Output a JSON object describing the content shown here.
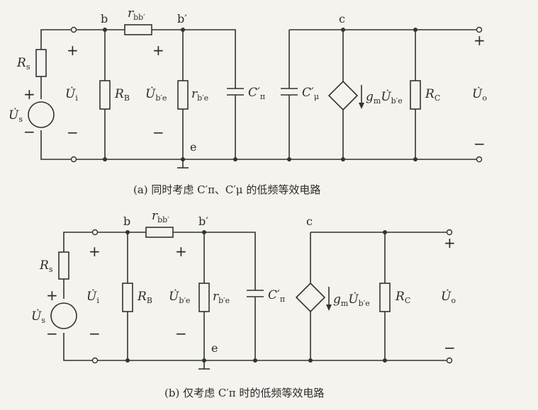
{
  "circuit_a": {
    "node_b": "b",
    "node_b_prime": "b′",
    "node_c": "c",
    "node_e": "e",
    "rbb": {
      "main": "r",
      "sub": "bb′"
    },
    "rs": {
      "main": "R",
      "sub": "s"
    },
    "us": {
      "main": "U̇",
      "sub": "s"
    },
    "ui": {
      "main": "U̇",
      "sub": "i"
    },
    "rb": {
      "main": "R",
      "sub": "B"
    },
    "ube": {
      "main": "U̇",
      "sub": "b′e"
    },
    "rbe": {
      "main": "r",
      "sub": "b′e"
    },
    "cpi": {
      "main": "C′",
      "sub": "π"
    },
    "cmu": {
      "main": "C′",
      "sub": "μ"
    },
    "gm": {
      "main": "g",
      "sub": "m",
      "tail": "U̇",
      "tail_sub": "b′e"
    },
    "rc": {
      "main": "R",
      "sub": "C"
    },
    "uo": {
      "main": "U̇",
      "sub": "o"
    },
    "plus": "+",
    "minus": "−",
    "caption": "(a) 同时考虑 C′π、C′μ 的低频等效电路"
  },
  "circuit_b": {
    "node_b": "b",
    "node_b_prime": "b′",
    "node_c": "c",
    "node_e": "e",
    "rbb": {
      "main": "r",
      "sub": "bb′"
    },
    "rs": {
      "main": "R",
      "sub": "s"
    },
    "us": {
      "main": "U̇",
      "sub": "s"
    },
    "ui": {
      "main": "U̇",
      "sub": "i"
    },
    "rb": {
      "main": "R",
      "sub": "B"
    },
    "ube": {
      "main": "U̇",
      "sub": "b′e"
    },
    "rbe": {
      "main": "r",
      "sub": "b′e"
    },
    "cpi": {
      "main": "C′",
      "sub": "π"
    },
    "gm": {
      "main": "g",
      "sub": "m",
      "tail": "U̇",
      "tail_sub": "b′e"
    },
    "rc": {
      "main": "R",
      "sub": "C"
    },
    "uo": {
      "main": "U̇",
      "sub": "o"
    },
    "plus": "+",
    "minus": "−",
    "caption": "(b) 仅考虑 C′π 时的低频等效电路"
  }
}
